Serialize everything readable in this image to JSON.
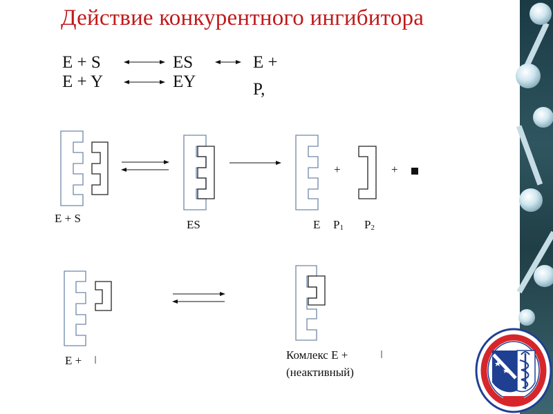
{
  "title": "Действие конкурентного ингибитора",
  "equations": {
    "row1": {
      "left": "E + S",
      "middle": "ES",
      "right": "E +"
    },
    "row2": {
      "left": "E + Y",
      "middle": "EY",
      "right": "P,"
    }
  },
  "scheme_substrate": {
    "label_start": "E + S",
    "label_complex": "ES",
    "label_enzyme": "E",
    "label_p1": "P",
    "label_p1_sub": "1",
    "label_p2": "P",
    "label_p2_sub": "2",
    "plus1": "+",
    "plus2": "+"
  },
  "scheme_inhibitor": {
    "label_start": "E +",
    "label_complex_line1": "Комлекс Е +",
    "label_complex_line2": "(неактивный)"
  },
  "colors": {
    "title": "#c0191b",
    "enzyme_outline": "#6f87a8",
    "substrate_outline": "#222222",
    "logo_blue": "#1f3f93",
    "logo_red": "#d7262b"
  }
}
